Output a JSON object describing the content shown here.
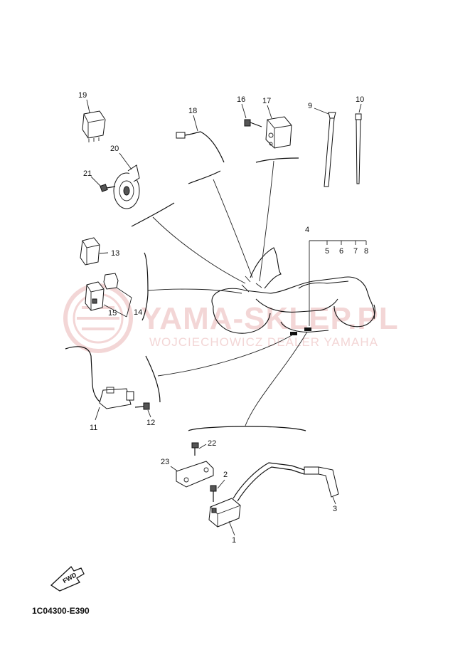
{
  "watermark": {
    "brand": "YAMA-SKLEP.PL",
    "subline": "WOJCIECHOWICZ DEALER YAMAHA"
  },
  "diagram_code": "1C04300-E390",
  "fwd_label": "FWD",
  "parts": {
    "p1": "1",
    "p2": "2",
    "p3": "3",
    "p4": "4",
    "p5": "5",
    "p6": "6",
    "p7": "7",
    "p8": "8",
    "p9": "9",
    "p10": "10",
    "p11": "11",
    "p12": "12",
    "p13": "13",
    "p14": "14",
    "p15": "15",
    "p16": "16",
    "p17": "17",
    "p18": "18",
    "p19": "19",
    "p20": "20",
    "p21": "21",
    "p22": "22",
    "p23": "23"
  },
  "colors": {
    "line": "#111111",
    "watermark": "#f3d6d6"
  }
}
